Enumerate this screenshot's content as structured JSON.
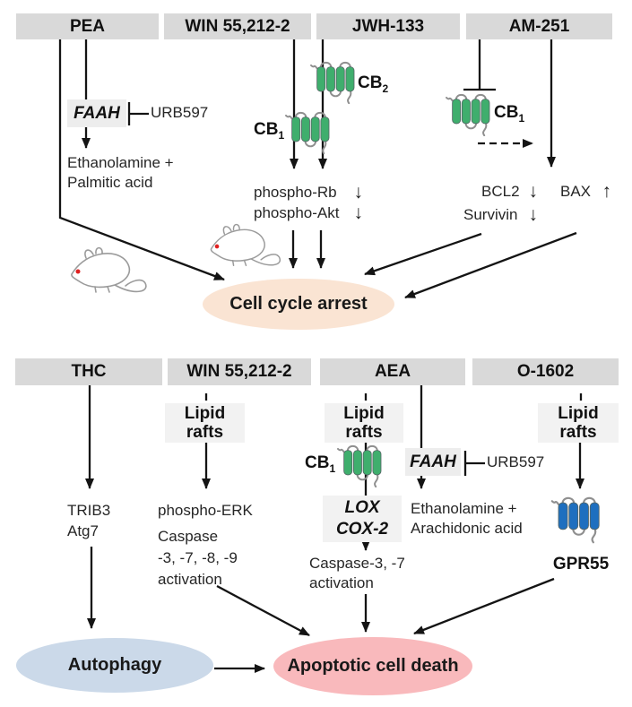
{
  "top": {
    "headers": [
      {
        "label": "PEA"
      },
      {
        "label": "WIN 55,212-2"
      },
      {
        "label": "JWH-133"
      },
      {
        "label": "AM-251"
      }
    ],
    "faah": {
      "label": "FAAH",
      "inhibitor": "URB597"
    },
    "pea_products": {
      "line1": "Ethanolamine +",
      "line2": "Palmitic acid"
    },
    "receptors": {
      "cb1_win": {
        "base": "CB",
        "sub": "1"
      },
      "cb2_jwh": {
        "base": "CB",
        "sub": "2"
      },
      "cb1_am": {
        "base": "CB",
        "sub": "1"
      }
    },
    "mediators": {
      "phospho_rb": "phospho-Rb",
      "phospho_akt": "phospho-Akt",
      "bcl2": "BCL2",
      "survivin": "Survivin",
      "bax": "BAX"
    },
    "outcome": "Cell cycle arrest"
  },
  "bottom": {
    "headers": [
      {
        "label": "THC"
      },
      {
        "label": "WIN 55,212-2"
      },
      {
        "label": "AEA"
      },
      {
        "label": "O-1602"
      }
    ],
    "lipid_rafts": {
      "line1": "Lipid",
      "line2": "rafts"
    },
    "thc_mediators": {
      "line1": "TRIB3",
      "line2": "Atg7"
    },
    "win_mediators": {
      "phospho_erk": "phospho-ERK",
      "caspase": {
        "line1": "Caspase",
        "line2": "-3, -7, -8, -9",
        "line3": "activation"
      }
    },
    "aea": {
      "cb1": {
        "base": "CB",
        "sub": "1"
      },
      "lox": "LOX",
      "cox2": "COX-2",
      "caspase": {
        "line1": "Caspase-3, -7",
        "line2": "activation"
      },
      "faah": {
        "label": "FAAH",
        "inhibitor": "URB597"
      },
      "products": {
        "line1": "Ethanolamine +",
        "line2": "Arachidonic acid"
      }
    },
    "gpr55": "GPR55",
    "outcomes": {
      "autophagy": "Autophagy",
      "apoptosis": "Apoptotic cell death"
    }
  },
  "glyphs": {
    "down": "↓",
    "up": "↑"
  },
  "palette": {
    "header_bg": "#d9d9d9",
    "lipid_bg": "#f2f2f2",
    "faah_bg": "#ededed",
    "cell_cycle_bg": "#fae4d3",
    "autophagy_bg": "#cbd9e9",
    "apoptosis_bg": "#f9b9bc",
    "receptor_green": "#3fae6d",
    "receptor_blue": "#1e6fbf",
    "tumor_dot": "#e02020"
  }
}
